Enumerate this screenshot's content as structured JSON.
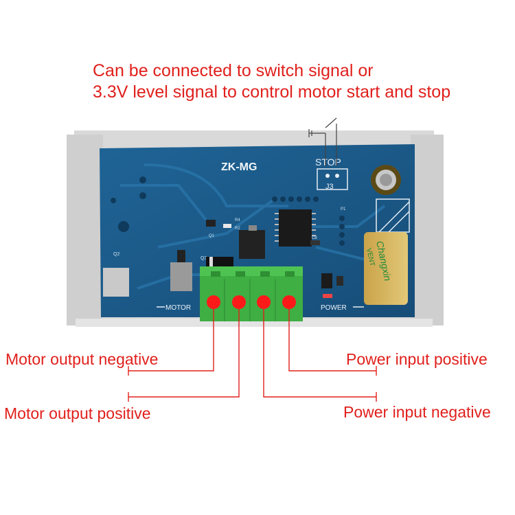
{
  "caption": {
    "line1": "Can be connected to switch signal or",
    "line2": "3.3V level signal to control motor start and stop"
  },
  "board": {
    "model": "ZK-MG",
    "stop_label": "STOP",
    "jumper_label": "J3",
    "motor_label": "MOTOR",
    "power_label": "POWER",
    "capacitor_brand": "Changxin",
    "capacitor_text": "VENT",
    "silk_q1": "Q1",
    "silk_q2": "Q2",
    "silk_q3": "Q3",
    "silk_r2": "R2",
    "silk_r4": "R4",
    "silk_c8": "C8",
    "silk_p1": "P1"
  },
  "labels": {
    "motor_negative": "Motor output negative",
    "motor_positive": "Motor output positive",
    "power_positive": "Power input positive",
    "power_negative": "Power input negative"
  },
  "colors": {
    "annotation": "#e0201c",
    "pcb": "#1d5b8a",
    "terminal": "#3fae43",
    "enclosure": "#d6d6d6"
  }
}
